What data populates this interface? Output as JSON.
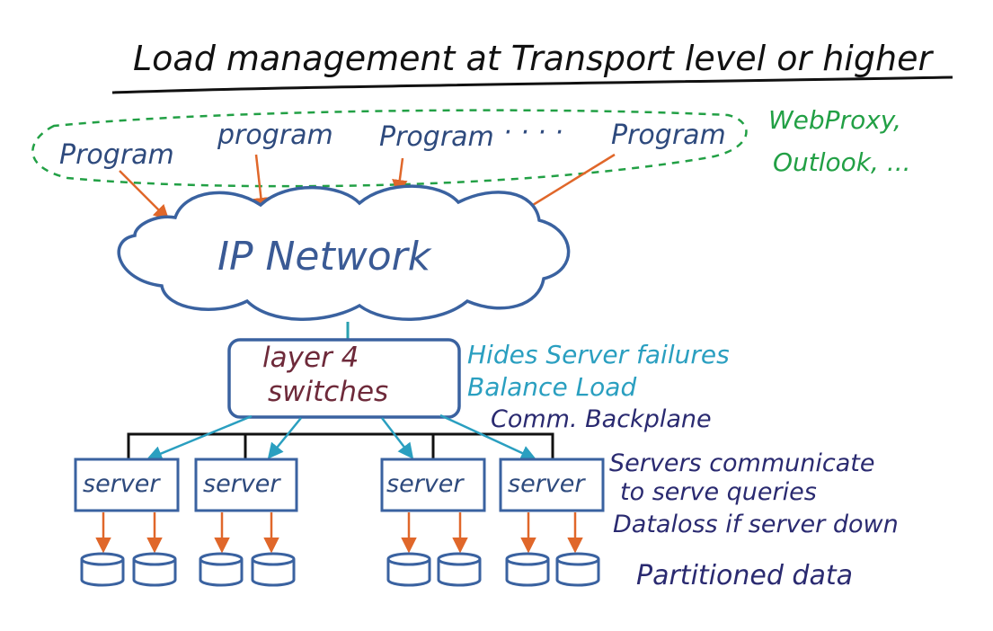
{
  "title": "Load management at Transport level or higher",
  "programs": [
    {
      "label": "Program"
    },
    {
      "label": "program"
    },
    {
      "label": "Program"
    },
    {
      "label": "Program"
    }
  ],
  "ellipsis": "· · · ·",
  "program_note": {
    "line1": "WebProxy,",
    "line2": "Outlook, ..."
  },
  "network": {
    "label": "IP Network"
  },
  "switch": {
    "line1": "layer 4",
    "line2": "switches"
  },
  "switch_notes": {
    "line1": "Hides Server failures",
    "line2": "Balance Load",
    "line3": "Comm. Backplane"
  },
  "servers": [
    {
      "label": "server"
    },
    {
      "label": "server"
    },
    {
      "label": "server"
    },
    {
      "label": "server"
    }
  ],
  "server_notes": {
    "line1": "Servers communicate",
    "line2": "to serve queries",
    "line3": "Dataloss if server down"
  },
  "data_note": "Partitioned data",
  "colors": {
    "arrow_orange": "#e0672a",
    "switch_arrow_cyan": "#2a9fc0",
    "box_blue": "#3a62a0",
    "dashed_green": "#22a045",
    "backplane_black": "#111111"
  }
}
